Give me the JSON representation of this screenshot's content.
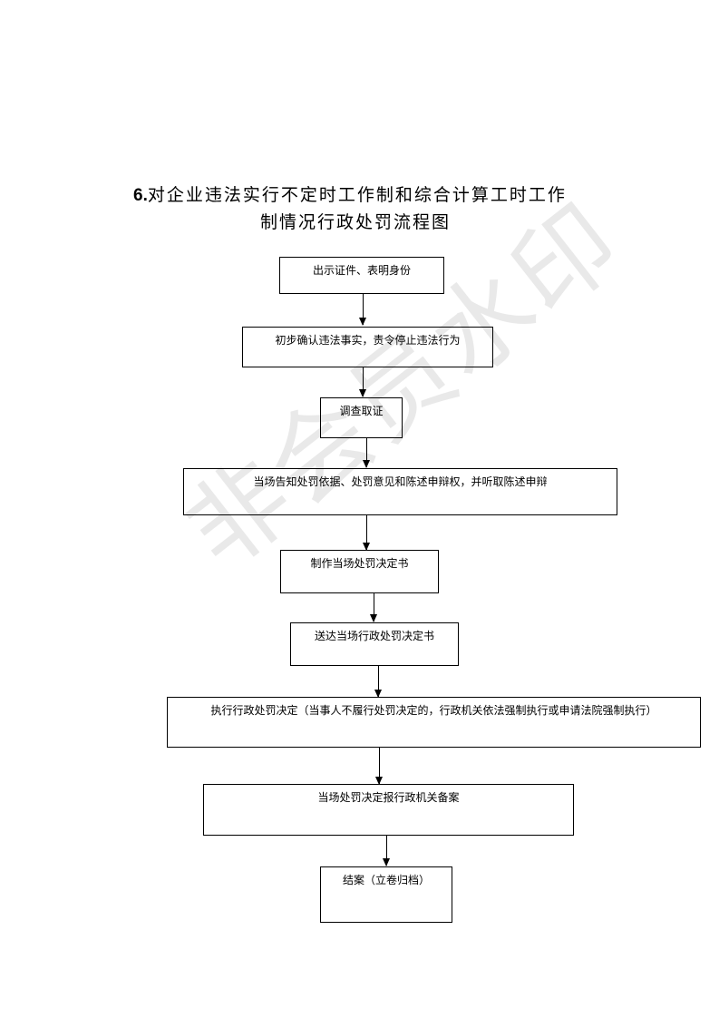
{
  "title": {
    "number": "6.",
    "line1": "对企业违法实行不定时工作制和综合计算工时工作",
    "line2": "制情况行政处罚流程图"
  },
  "steps": [
    "出示证件、表明身份",
    "初步确认违法事实，责令停止违法行为",
    "调查取证",
    "当场告知处罚依据、处罚意见和陈述申辩权，并听取陈述申辩",
    "制作当场处罚决定书",
    "送达当场行政处罚决定书",
    "执行行政处罚决定（当事人不履行处罚决定的，行政机关依法强制执行或申请法院强制执行）",
    "当场处罚决定报行政机关备案",
    "结案（立卷归档）"
  ],
  "watermark": "非会员水印"
}
